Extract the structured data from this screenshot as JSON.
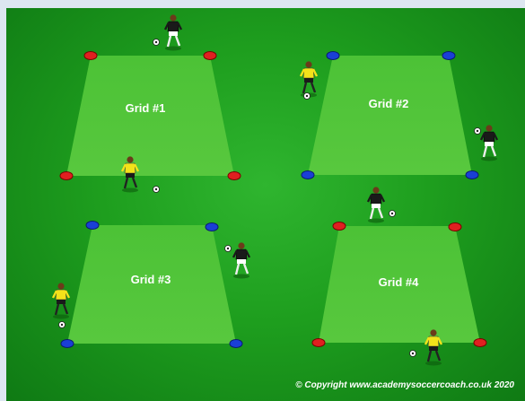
{
  "grids": [
    {
      "label": "Grid #1",
      "cone_color": "#e02020"
    },
    {
      "label": "Grid #2",
      "cone_color": "#1a3fd6"
    },
    {
      "label": "Grid #3",
      "cone_color": "#1a3fd6"
    },
    {
      "label": "Grid #4",
      "cone_color": "#e02020"
    }
  ],
  "colors": {
    "field": "#1e9e1e",
    "grid_fill": "#52c43a",
    "team_yellow": "#f3e21a",
    "team_black": "#1a1a1a"
  },
  "icons": {
    "cone": "cone-icon",
    "player": "player-icon",
    "ball": "ball-icon"
  },
  "copyright": "© Copyright www.academysoccercoach.co.uk 2020"
}
